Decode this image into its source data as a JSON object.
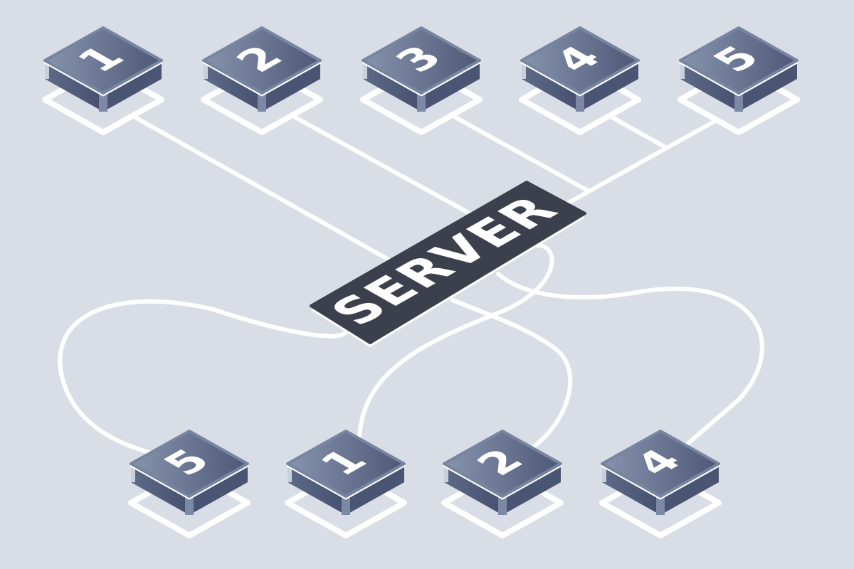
{
  "server": {
    "label": "SERVER"
  },
  "top_nodes": [
    {
      "label": "1"
    },
    {
      "label": "2"
    },
    {
      "label": "3"
    },
    {
      "label": "4"
    },
    {
      "label": "5"
    }
  ],
  "bottom_nodes": [
    {
      "label": "5"
    },
    {
      "label": "1"
    },
    {
      "label": "2"
    },
    {
      "label": "4"
    }
  ],
  "colors": {
    "background": "#d9dde5",
    "node_top_light": "#8794ad",
    "node_top_dark": "#4d5877",
    "node_side": "#4a5473",
    "server": "#3b404c",
    "wire": "#ffffff"
  }
}
